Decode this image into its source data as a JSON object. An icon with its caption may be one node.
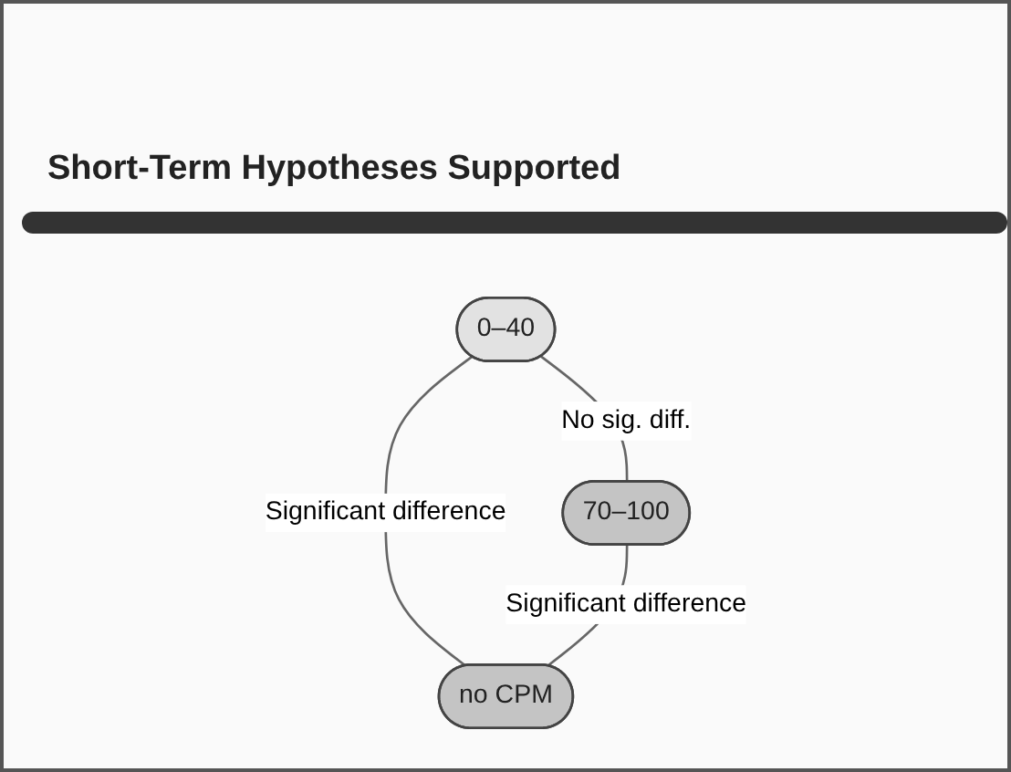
{
  "diagram": {
    "title": "Short-Term Hypotheses Supported",
    "nodes": [
      {
        "text": [
          "0–40"
        ]
      },
      {
        "text": [
          "70–100"
        ]
      },
      {
        "text": [
          "no CPM"
        ]
      }
    ],
    "edges": [
      {
        "from": 0,
        "to": 1,
        "arrow": "none",
        "label": "No sig. diff."
      },
      {
        "from": 0,
        "to": 2,
        "arrow": "none",
        "label": "Significant difference"
      },
      {
        "from": 1,
        "to": 2,
        "arrow": "none",
        "label": "Significant difference"
      }
    ]
  }
}
